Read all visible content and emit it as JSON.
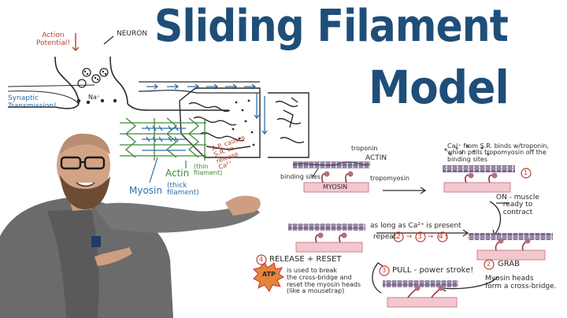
{
  "title": {
    "line1": "Sliding Filament",
    "line2": "Model"
  },
  "neuron": {
    "action_potential": "Action\nPotential!",
    "neuron_label": "NEURON",
    "synaptic": "Synaptic\nTransmission!",
    "na": "Na⁺",
    "ap_note": "A.P. causes\nS.R. to\nrelease\nCa²⁺"
  },
  "filaments": {
    "actin": "Actin",
    "actin_note": "(thin\nfilament)",
    "myosin": "Myosin",
    "myosin_note": "(thick\nfilament)"
  },
  "steps": {
    "troponin": "troponin",
    "actin": "ACTIN",
    "tropomyosin": "tropomyosin",
    "binding_sites": "binding sites",
    "myosin_bar": "MYOSIN",
    "ca_note": "Ca²⁺ from S.R. binds w/troponin,\nwhich pulls tropomyosin off the\nbinding sites",
    "step1_num": "1",
    "step1": "ON - muscle\nready to\ncontract",
    "step2_num": "2",
    "step2_title": "GRAB",
    "step2_desc": "Myosin heads\nform a cross-bridge.",
    "step3_num": "3",
    "step3_title": "PULL - power stroke!",
    "step4_num": "4",
    "step4_title": "RELEASE + RESET",
    "atp": "ATP",
    "step4_desc": "is used to break\nthe cross-bridge and\nreset the myosin heads\n(like a mousetrap)",
    "repeat_line1": "as long as Ca²⁺ is present",
    "repeat_word": "repeat",
    "repeat_seq": "2 → 3 → 4!"
  },
  "colors": {
    "title": "#1f4e79",
    "neuron_ink": "#2a2a2a",
    "label_red": "#b5412e",
    "label_blue": "#2f6fa8",
    "label_green": "#3f8a3a",
    "myosin_bar": "#f4c7cf",
    "actin_bead": "#7a6a8a"
  }
}
